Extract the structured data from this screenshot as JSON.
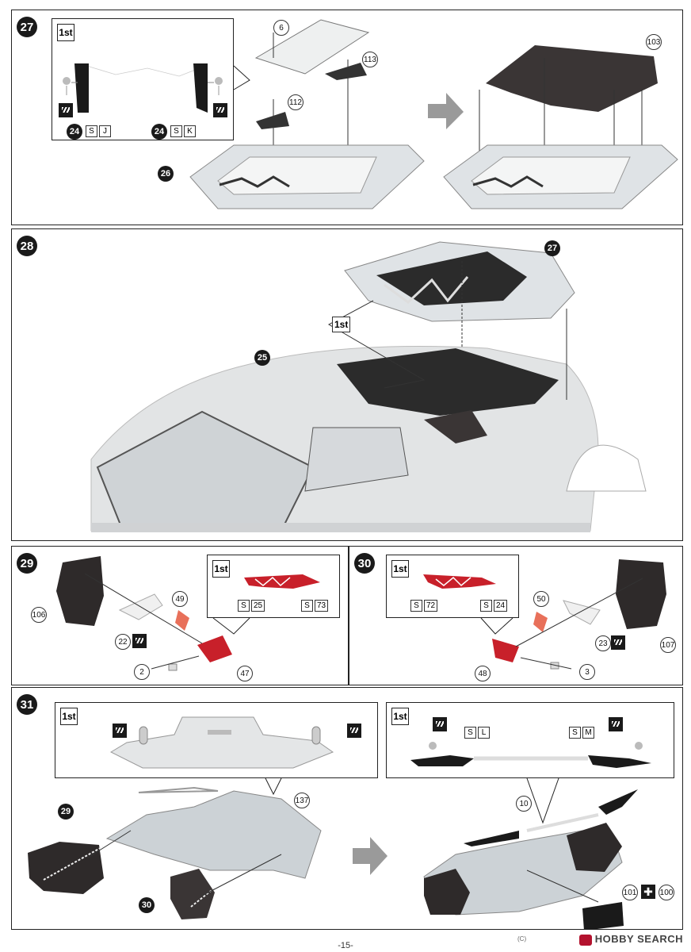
{
  "steps": {
    "s27": {
      "badge": "27",
      "first": "1st",
      "parts": [
        "24",
        "24",
        "6",
        "113",
        "112",
        "26",
        "103"
      ],
      "tags_left": [
        "S",
        "J"
      ],
      "tags_right": [
        "S",
        "K"
      ]
    },
    "s28": {
      "badge": "28",
      "first": "1st",
      "parts": [
        "27",
        "25"
      ]
    },
    "s29": {
      "badge": "29",
      "first": "1st",
      "parts": [
        "106",
        "22",
        "49",
        "2",
        "47"
      ],
      "tags_a": [
        "S",
        "25"
      ],
      "tags_b": [
        "S",
        "73"
      ]
    },
    "s30": {
      "badge": "30",
      "first": "1st",
      "parts": [
        "50",
        "23",
        "107",
        "48",
        "3"
      ],
      "tags_a": [
        "S",
        "72"
      ],
      "tags_b": [
        "S",
        "24"
      ]
    },
    "s31": {
      "badge": "31",
      "first_a": "1st",
      "first_b": "1st",
      "parts": [
        "29",
        "30",
        "137",
        "10",
        "101",
        "100"
      ],
      "tags_l": [
        "S",
        "L"
      ],
      "tags_m": [
        "S",
        "M"
      ]
    }
  },
  "footer": {
    "page_number": "-15-",
    "watermark": "HOBBY SEARCH",
    "trademark": "(C)"
  },
  "colors": {
    "badge": "#1a1a1a",
    "part_dark": "#3a3535",
    "part_light": "#dfe3e6",
    "clear": "#eef0f0",
    "red": "#c8202a",
    "arrow": "#9a9a9a"
  }
}
